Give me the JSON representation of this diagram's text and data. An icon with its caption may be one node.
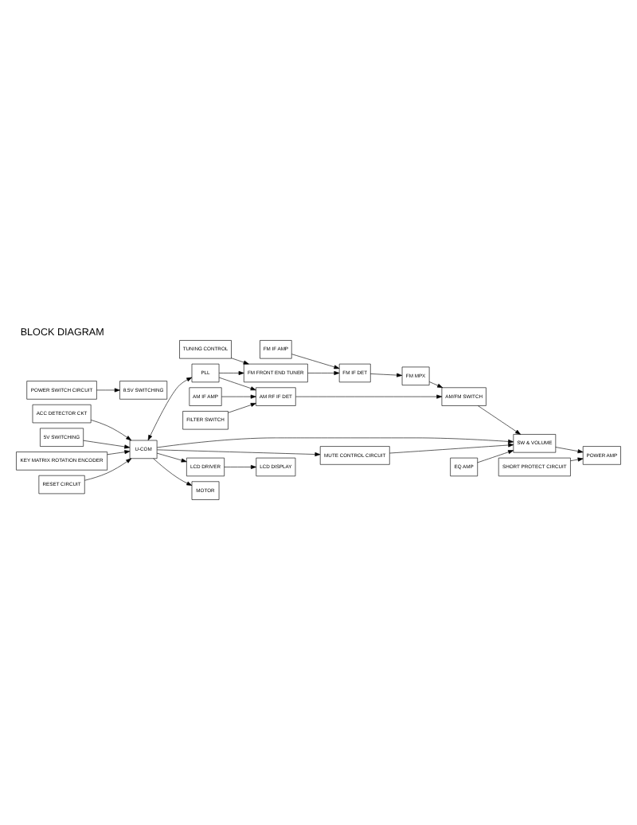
{
  "diagram": {
    "title": "BLOCK DIAGRAM",
    "nodes": [
      {
        "text": [
          "POWER AMP"
        ]
      },
      {
        "text": [
          "SW & VOLUME"
        ]
      },
      {
        "text": [
          "MUTE CONTROL CIRCUIT"
        ]
      },
      {
        "text": [
          "SHORT PROTECT CIRCUIT"
        ]
      },
      {
        "text": [
          "POWER SWITCH CIRCUIT"
        ]
      },
      {
        "text": [
          "8.5V SWITCHING"
        ]
      },
      {
        "text": [
          "ACC DETECTOR CKT"
        ]
      },
      {
        "text": [
          "5V SWITCHING"
        ]
      },
      {
        "text": [
          "LCD DISPLAY"
        ]
      },
      {
        "text": [
          "LCD DRIVER"
        ]
      },
      {
        "text": [
          "KEY MATRIX ROTATION ENCODER"
        ]
      },
      {
        "text": [
          "U-COM"
        ]
      },
      {
        "text": [
          "PLL"
        ]
      },
      {
        "text": [
          "RESET CIRCUIT"
        ]
      },
      {
        "text": [
          "AM RF IF DET"
        ]
      },
      {
        "text": [
          "AM/FM SWITCH"
        ]
      },
      {
        "text": [
          "AM IF AMP"
        ]
      },
      {
        "text": [
          "FILTER SWITCH"
        ]
      },
      {
        "text": [
          "TUNING CONTROL"
        ]
      },
      {
        "text": [
          "FM IF AMP"
        ]
      },
      {
        "text": [
          "FM MPX"
        ]
      },
      {
        "text": [
          "FM IF DET"
        ]
      },
      {
        "text": [
          "FM FRONT END TUNER"
        ]
      },
      {
        "text": [
          "EQ AMP"
        ]
      },
      {
        "text": [
          "MOTOR"
        ]
      }
    ],
    "edges": [
      {
        "from": 1,
        "to": 0,
        "arrow": "to"
      },
      {
        "from": 2,
        "to": 1,
        "arrow": "to"
      },
      {
        "from": 3,
        "to": 0,
        "arrow": "to"
      },
      {
        "from": 4,
        "to": 5,
        "arrow": "to"
      },
      {
        "from": 6,
        "to": 11,
        "arrow": "to"
      },
      {
        "from": 7,
        "to": 11,
        "arrow": "to"
      },
      {
        "from": 11,
        "to": 9,
        "arrow": "to"
      },
      {
        "from": 9,
        "to": 8,
        "arrow": "to"
      },
      {
        "from": 10,
        "to": 11,
        "arrow": "to"
      },
      {
        "from": 13,
        "to": 11,
        "arrow": "to"
      },
      {
        "from": 11,
        "to": 12,
        "arrow": "both"
      },
      {
        "from": 11,
        "to": 1,
        "arrow": "to"
      },
      {
        "from": 11,
        "to": 2,
        "arrow": "to"
      },
      {
        "from": 12,
        "to": 14,
        "arrow": "to"
      },
      {
        "from": 12,
        "to": 22,
        "arrow": "to"
      },
      {
        "from": 14,
        "to": 15,
        "arrow": "to"
      },
      {
        "from": 16,
        "to": 14,
        "arrow": "to"
      },
      {
        "from": 15,
        "to": 1,
        "arrow": "to"
      },
      {
        "from": 17,
        "to": 14,
        "arrow": "to"
      },
      {
        "from": 18,
        "to": 22,
        "arrow": "to"
      },
      {
        "from": 22,
        "to": 21,
        "arrow": "to"
      },
      {
        "from": 19,
        "to": 21,
        "arrow": "to"
      },
      {
        "from": 21,
        "to": 20,
        "arrow": "to"
      },
      {
        "from": 20,
        "to": 15,
        "arrow": "to"
      },
      {
        "from": 23,
        "to": 1,
        "arrow": "to"
      },
      {
        "from": 11,
        "to": 24,
        "arrow": "to"
      }
    ]
  }
}
